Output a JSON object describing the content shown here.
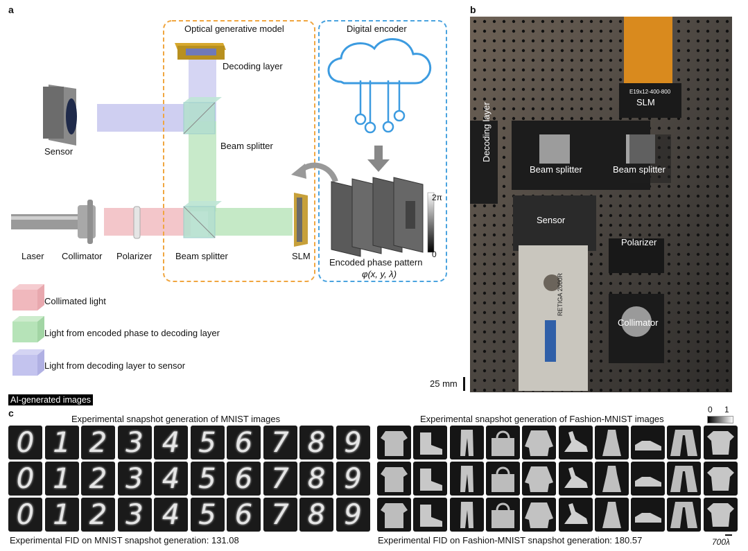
{
  "panels": {
    "a": "a",
    "b": "b",
    "c": "c"
  },
  "diagram": {
    "box_generative": "Optical generative model",
    "box_encoder": "Digital encoder",
    "labels": {
      "decoding_layer": "Decoding layer",
      "sensor": "Sensor",
      "beam_splitter_top": "Beam splitter",
      "beam_splitter_bottom": "Beam splitter",
      "laser": "Laser",
      "collimator": "Collimator",
      "polarizer": "Polarizer",
      "slm": "SLM",
      "phase_caption": "Encoded phase pattern",
      "phase_formula": "φ(x, y, λ)",
      "scale_max": "2π",
      "scale_min": "0"
    },
    "legend": [
      {
        "label": "Collimated light",
        "color": "#f0b8bd"
      },
      {
        "label": "Light from encoded phase to decoding layer",
        "color": "#b6e3b8"
      },
      {
        "label": "Light from decoding layer to sensor",
        "color": "#c3c3ee"
      }
    ]
  },
  "photo": {
    "labels": {
      "slm": "SLM",
      "decoding_layer": "Decoding layer",
      "beam_splitter_1": "Beam splitter",
      "beam_splitter_2": "Beam splitter",
      "sensor": "Sensor",
      "polarizer": "Polarizer",
      "collimator": "Collimator"
    },
    "slm_text": "E19x12-400-800",
    "camera_text": "RETIGA 2000R",
    "scale_bar": "25 mm"
  },
  "ai_badge": "AI-generated images",
  "generation": {
    "mnist_title": "Experimental snapshot generation of MNIST images",
    "fashion_title": "Experimental snapshot generation of Fashion-MNIST images",
    "mnist_fid": "Experimental FID on MNIST snapshot generation: 131.08",
    "fashion_fid": "Experimental FID on Fashion-MNIST snapshot generation: 180.57",
    "colorbar_min": "0",
    "colorbar_max": "1",
    "scale_label": "700λ",
    "digits": [
      "0",
      "1",
      "2",
      "3",
      "4",
      "5",
      "6",
      "7",
      "8",
      "9"
    ],
    "fashion_items": [
      "shirt-icon",
      "boot-icon",
      "trouser-icon",
      "bag-icon",
      "pullover-icon",
      "sandal-icon",
      "dress-icon",
      "sneaker-icon",
      "coat-icon",
      "tshirt-icon"
    ]
  }
}
